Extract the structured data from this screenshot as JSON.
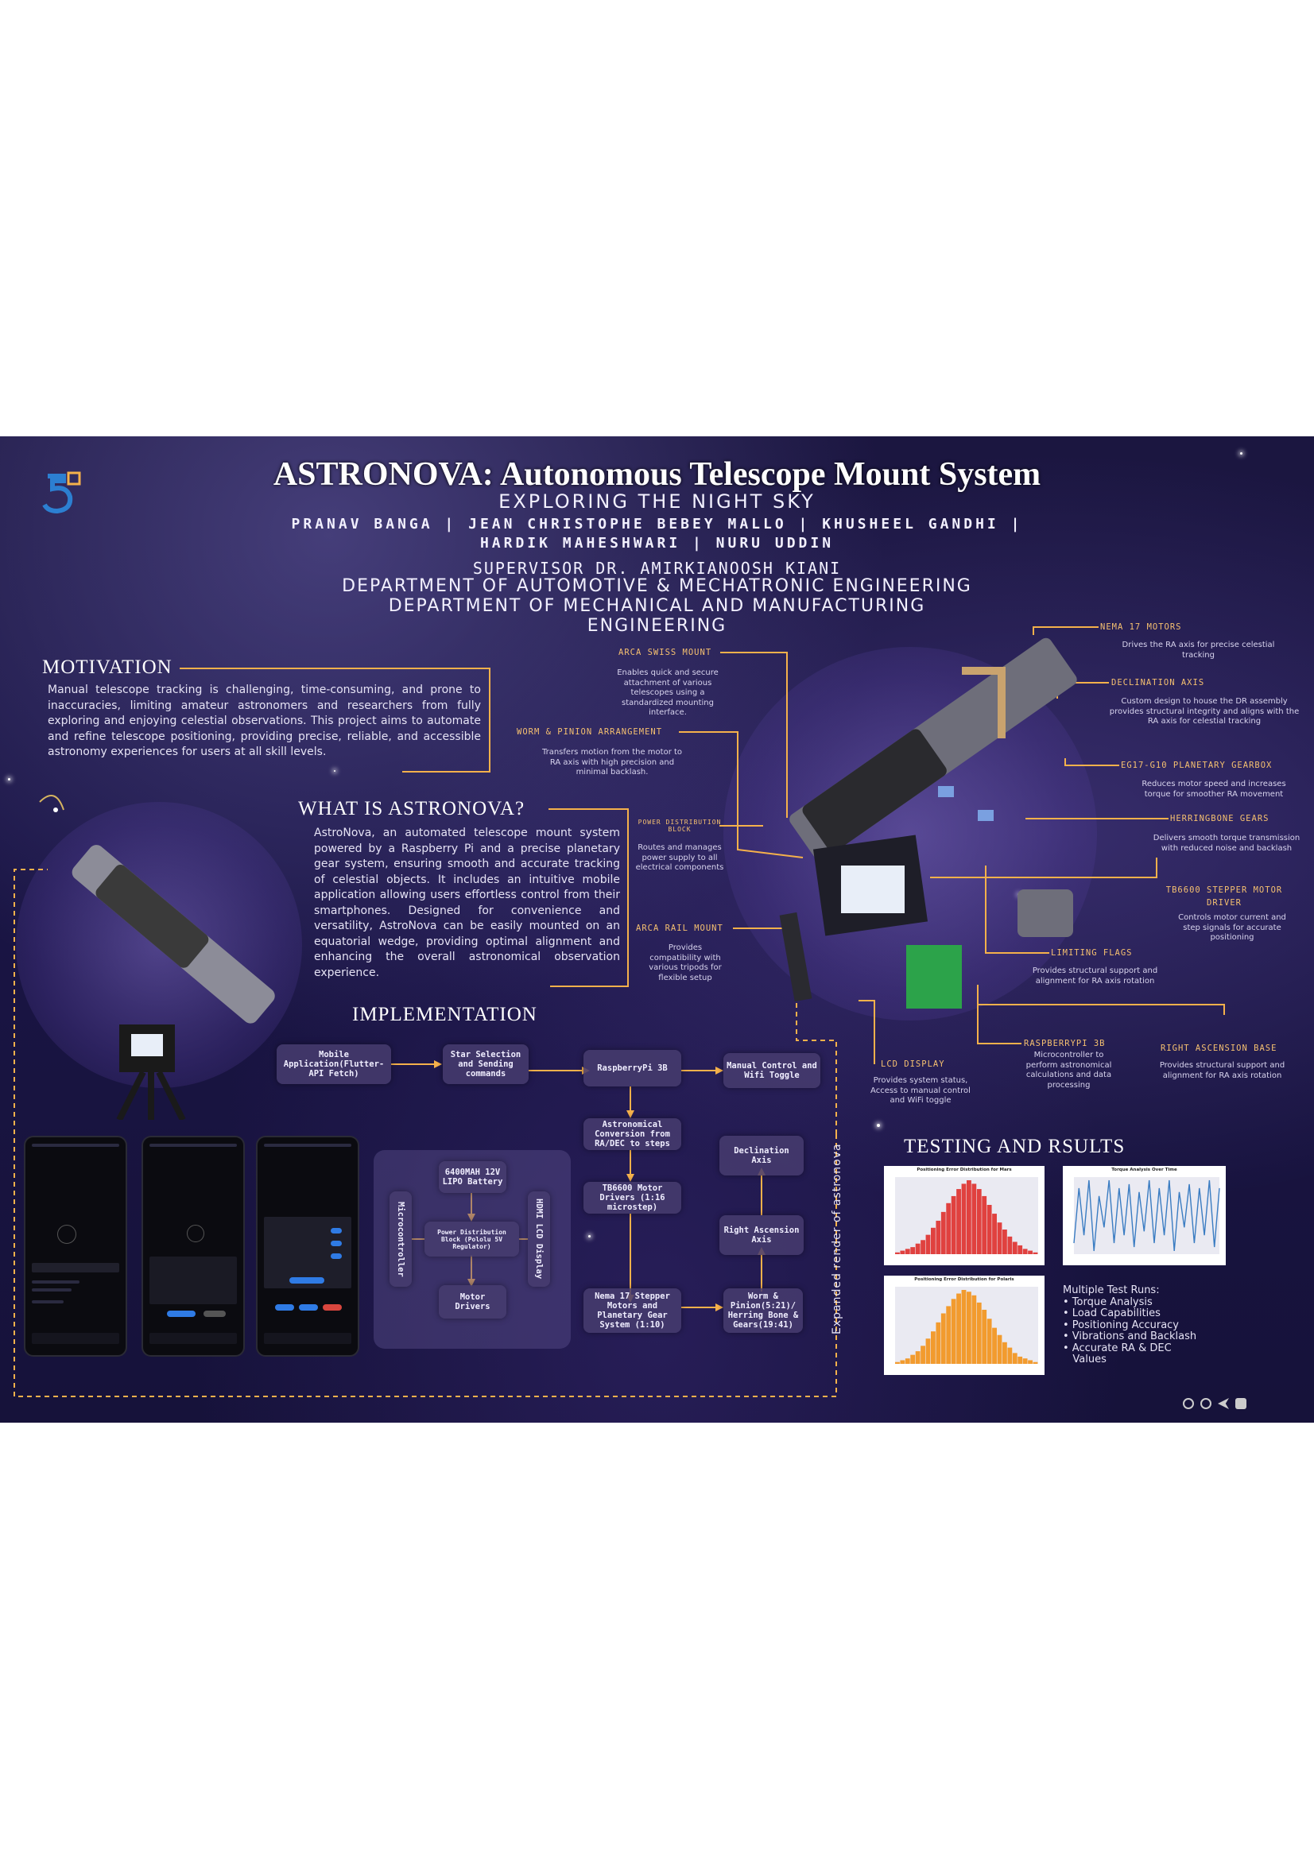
{
  "header": {
    "title": "ASTRONOVA: Autonomous Telescope Mount System",
    "subtitle": "EXPLORING THE NIGHT SKY",
    "authors_line1": "PRANAV BANGA | JEAN CHRISTOPHE BEBEY MALLO | KHUSHEEL GANDHI |",
    "authors_line2": "HARDIK MAHESHWARI | NURU UDDIN",
    "supervisor": "SUPERVISOR  DR. AMIRKIANOOSH KIANI",
    "dept1": "DEPARTMENT OF AUTOMOTIVE & MECHATRONIC ENGINEERING",
    "dept2": "DEPARTMENT OF MECHANICAL AND MANUFACTURING",
    "dept3": "ENGINEERING"
  },
  "motivation": {
    "title": "MOTIVATION",
    "text": "Manual telescope tracking is challenging, time-consuming, and prone to inaccuracies, limiting amateur astronomers and researchers from fully exploring and enjoying celestial observations. This project aims to automate and refine telescope positioning, providing precise, reliable, and accessible astronomy experiences for users at all skill levels."
  },
  "what_is": {
    "title": "WHAT IS ASTRONOVA?",
    "text": "AstroNova, an automated telescope mount system powered by a Raspberry Pi and a precise planetary gear system, ensuring smooth and accurate tracking of celestial objects. It includes an intuitive mobile application allowing users effortless control from their smartphones. Designed for convenience and versatility, AstroNova can be easily mounted on an equatorial wedge, providing optimal alignment and enhancing the overall astronomical observation experience."
  },
  "implementation": {
    "title": "IMPLEMENTATION",
    "boxes": {
      "mobile": "Mobile Application(Flutter-API Fetch)",
      "star": "Star Selection and Sending commands",
      "rpi": "RaspberryPi 3B",
      "manual": "Manual Control and Wifi Toggle",
      "astro": "Astronomical Conversion from RA/DEC to steps",
      "tb": "TB6600 Motor Drivers (1:16 microstep)",
      "nema": "Nema 17 Stepper Motors and Planetary Gear System (1:10)",
      "worm": "Worm & Pinion(5:21)/ Herring Bone & Gears(19:41)",
      "ra": "Right Ascension Axis",
      "dec": "Declination Axis",
      "battery": "6400MAH 12V LIPO Battery",
      "power": "Power Distribution Block (Pololu 5V Regulator)",
      "micro": "Microcontroller",
      "hdmi": "HDMI LCD Display",
      "motor_drivers": "Motor Drivers"
    }
  },
  "callouts": {
    "arca_swiss": {
      "title": "ARCA SWISS MOUNT",
      "text": "Enables quick and secure attachment of various telescopes using a standardized mounting interface."
    },
    "worm_pinion": {
      "title": "WORM & PINION ARRANGEMENT",
      "text": "Transfers motion from the motor to RA axis with high precision and minimal backlash."
    },
    "power_block": {
      "title": "POWER DISTRIBUTION BLOCK",
      "text": "Routes and manages power supply to all electrical components"
    },
    "arca_rail": {
      "title": "ARCA RAIL MOUNT",
      "text": "Provides compatibility with various tripods for flexible setup"
    },
    "nema_motors": {
      "title": "NEMA 17 MOTORS",
      "text": "Drives the RA axis for precise celestial tracking"
    },
    "dec_axis": {
      "title": "DECLINATION AXIS",
      "text": "Custom design to house the DR assembly provides structural integrity and aligns with the RA axis for celestial tracking"
    },
    "gearbox": {
      "title": "EG17-G10 PLANETARY GEARBOX",
      "text": "Reduces motor speed and increases torque for smoother RA movement"
    },
    "herringbone": {
      "title": "HERRINGBONE GEARS",
      "text": "Delivers smooth torque transmission with reduced noise and backlash"
    },
    "tb6600": {
      "title": "TB6600 STEPPER MOTOR DRIVER",
      "text": "Controls motor current and step signals for accurate positioning"
    },
    "limiting": {
      "title": "LIMITING FLAGS",
      "text": "Provides structural support and alignment for RA axis rotation"
    },
    "rpi3b": {
      "title": "RASPBERRYPI 3B",
      "text": "Microcontroller to perform astronomical calculations and data processing"
    },
    "ra_base": {
      "title": "RIGHT ASCENSION BASE",
      "text": "Provides structural support and alignment for RA axis rotation"
    },
    "lcd": {
      "title": "LCD DISPLAY",
      "text": "Provides system status, Access to manual control and WiFi toggle"
    }
  },
  "vertical_label": "Expanded render of astronova",
  "testing": {
    "title": "TESTING AND RSULTS",
    "chart_titles": {
      "mars": "Positioning Error Distribution for Mars",
      "torque": "Torque Analysis Over Time",
      "polaris": "Positioning Error Distribution for Polaris"
    },
    "intro": "Multiple Test Runs:",
    "items": [
      "• Torque Analysis",
      "• Load Capabilities",
      "• Positioning Accuracy",
      "• Vibrations and Backlash",
      "• Accurate RA & DEC",
      "   Values"
    ]
  },
  "colors": {
    "accent": "#f5b14b",
    "mars_bars": "#e0413f",
    "polaris_bars": "#f29b2e",
    "torque_line": "#3a7cc2"
  },
  "chart_data": [
    {
      "type": "bar",
      "title": "Positioning Error Distribution for Mars",
      "values": [
        1,
        2,
        3,
        4,
        6,
        8,
        11,
        15,
        19,
        24,
        29,
        33,
        37,
        40,
        42,
        40,
        37,
        33,
        28,
        23,
        18,
        14,
        10,
        7,
        5,
        3,
        2,
        1
      ]
    },
    {
      "type": "line",
      "title": "Torque Analysis Over Time",
      "values": [
        0.2,
        0.9,
        0.3,
        1.0,
        0.1,
        0.8,
        0.4,
        1.0,
        0.2,
        0.9,
        0.3,
        0.95,
        0.15,
        0.85,
        0.35,
        1.0,
        0.2,
        0.9,
        0.3,
        1.0,
        0.1,
        0.85,
        0.4,
        0.95,
        0.2,
        0.9,
        0.3,
        1.0,
        0.15,
        0.9
      ]
    },
    {
      "type": "bar",
      "title": "Positioning Error Distribution for Polaris",
      "values": [
        1,
        2,
        3,
        5,
        7,
        10,
        14,
        18,
        23,
        28,
        32,
        36,
        39,
        41,
        40,
        38,
        34,
        30,
        25,
        20,
        16,
        12,
        9,
        6,
        4,
        3,
        2,
        1
      ]
    }
  ]
}
